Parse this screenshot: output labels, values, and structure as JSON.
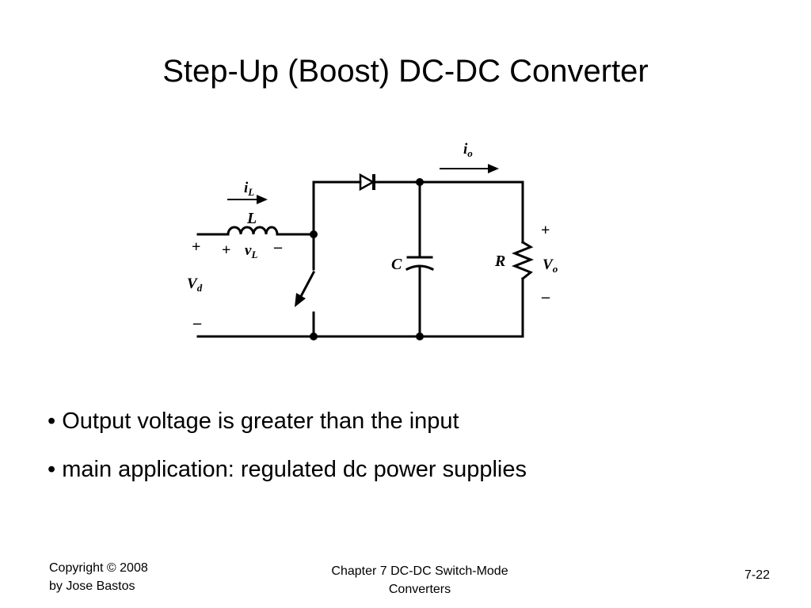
{
  "slide": {
    "title": "Step-Up (Boost) DC-DC Converter",
    "bullets": [
      "• Output voltage is greater than the input",
      "• main application: regulated dc power supplies"
    ],
    "footer": {
      "copyright_line1": "Copyright © 2008",
      "copyright_line2": "by Jose Bastos",
      "chapter_line1": "Chapter 7 DC-DC Switch-Mode",
      "chapter_line2": "Converters",
      "page_number": "7-22"
    }
  },
  "circuit": {
    "inductor_current": {
      "main": "i",
      "sub": "L"
    },
    "inductor": "L",
    "inductor_voltage": {
      "main": "v",
      "sub": "L"
    },
    "input_voltage": {
      "main": "V",
      "sub": "d"
    },
    "capacitor": "C",
    "resistor": "R",
    "output_current": {
      "main": "i",
      "sub": "o"
    },
    "output_voltage": {
      "main": "V",
      "sub": "o"
    },
    "plus": "+",
    "minus": "–"
  }
}
